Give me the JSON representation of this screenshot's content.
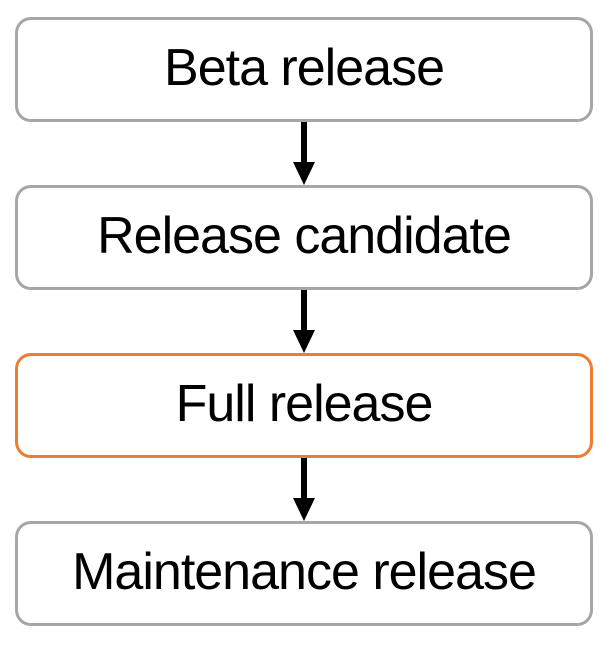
{
  "diagram": {
    "type": "flowchart",
    "direction": "top-down",
    "nodes": [
      {
        "label": "Beta release",
        "highlighted": false
      },
      {
        "label": "Release candidate",
        "highlighted": false
      },
      {
        "label": "Full release",
        "highlighted": true
      },
      {
        "label": "Maintenance release",
        "highlighted": false
      }
    ],
    "edges": [
      {
        "from": "Beta release",
        "to": "Release candidate",
        "style": "arrow-down"
      },
      {
        "from": "Release candidate",
        "to": "Full release",
        "style": "arrow-down"
      },
      {
        "from": "Full release",
        "to": "Maintenance release",
        "style": "arrow-down"
      }
    ]
  },
  "colors": {
    "border_gray": "#a6a6a6",
    "border_orange": "#ed7d31",
    "arrow": "#000000",
    "text": "#000000",
    "background": "#ffffff"
  }
}
